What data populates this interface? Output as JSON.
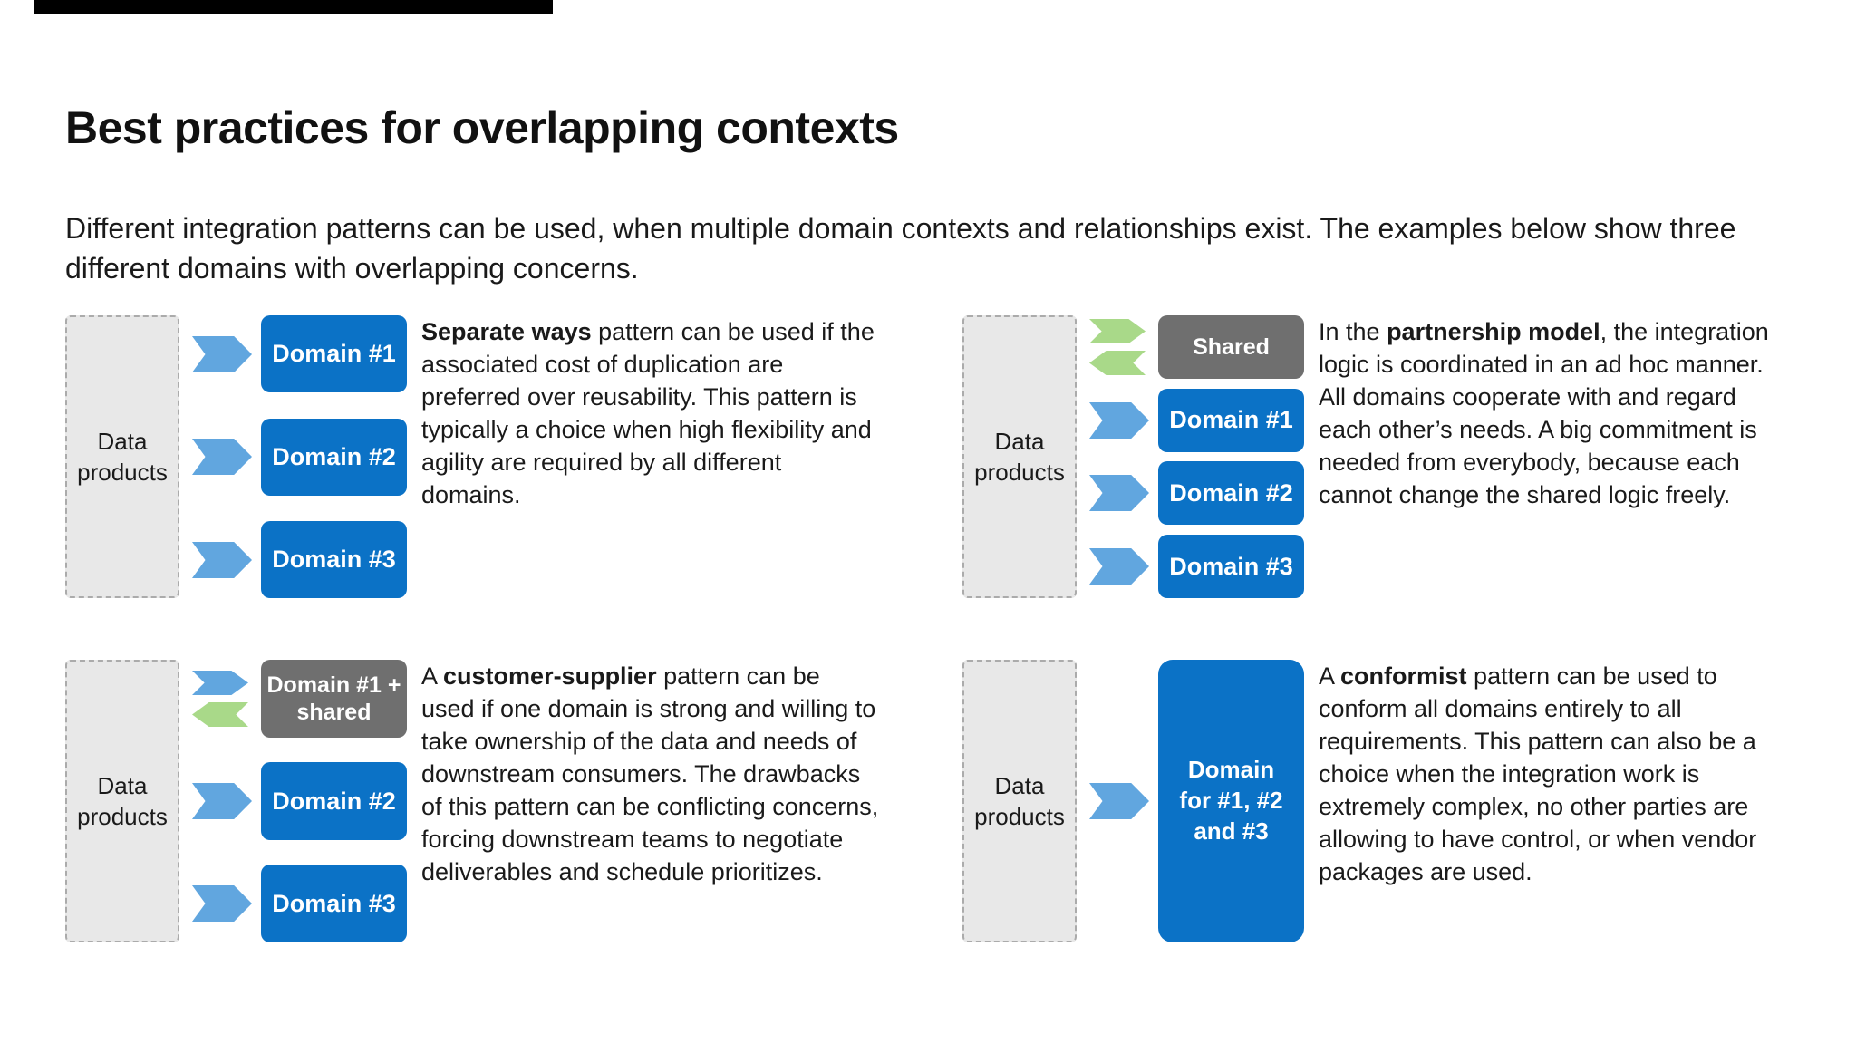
{
  "page": {
    "title": "Best practices for overlapping contexts",
    "intro": "Different integration patterns can be used, when multiple domain contexts and relationships exist. The examples below show three different domains with overlapping concerns."
  },
  "colors": {
    "domain_blue": "#0b72c6",
    "shared_gray": "#6f6f6f",
    "arrow_blue": "#61a6df",
    "arrow_green": "#a9d989",
    "data_products_fill": "#e8e8e8",
    "data_products_border": "#ababab",
    "text": "#1a1a1a"
  },
  "cards": [
    {
      "id": "separate-ways",
      "data_products_label": "Data products",
      "rows": [
        {
          "arrows": [
            "blue-right"
          ],
          "box": {
            "label": "Domain #1",
            "style": "blue"
          }
        },
        {
          "arrows": [
            "blue-right"
          ],
          "box": {
            "label": "Domain #2",
            "style": "blue"
          }
        },
        {
          "arrows": [
            "blue-right"
          ],
          "box": {
            "label": "Domain #3",
            "style": "blue"
          }
        }
      ],
      "description": {
        "prefix": "",
        "bold": "Separate ways",
        "rest": " pattern can be used if the associated cost of duplication are preferred over reusability. This pattern is typically a choice when high flexibility and agility are required by all different domains."
      }
    },
    {
      "id": "partnership",
      "data_products_label": "Data products",
      "rows": [
        {
          "arrows": [
            "green-right",
            "green-left"
          ],
          "box": {
            "label": "Shared",
            "style": "gray"
          }
        },
        {
          "arrows": [
            "blue-right"
          ],
          "box": {
            "label": "Domain #1",
            "style": "blue"
          }
        },
        {
          "arrows": [
            "blue-right"
          ],
          "box": {
            "label": "Domain #2",
            "style": "blue"
          }
        },
        {
          "arrows": [
            "blue-right"
          ],
          "box": {
            "label": "Domain #3",
            "style": "blue"
          }
        }
      ],
      "description": {
        "prefix": "In the ",
        "bold": "partnership model",
        "rest": ", the integration logic is coordinated in an ad hoc manner. All domains cooperate with and regard each other’s needs. A big commitment is needed from everybody, because each cannot change the shared logic freely."
      }
    },
    {
      "id": "customer-supplier",
      "data_products_label": "Data products",
      "rows": [
        {
          "arrows": [
            "blue-right",
            "green-left"
          ],
          "box": {
            "label": "Domain #1 + shared",
            "style": "gray"
          }
        },
        {
          "arrows": [
            "blue-right"
          ],
          "box": {
            "label": "Domain #2",
            "style": "blue"
          }
        },
        {
          "arrows": [
            "blue-right"
          ],
          "box": {
            "label": "Domain #3",
            "style": "blue"
          }
        }
      ],
      "description": {
        "prefix": "A ",
        "bold": "customer-supplier",
        "rest": " pattern can be used if one domain is strong and willing to take ownership of the data and needs of downstream consumers. The drawbacks of this pattern can be conflicting concerns, forcing downstream teams to negotiate deliverables and schedule prioritizes."
      }
    },
    {
      "id": "conformist",
      "data_products_label": "Data products",
      "rows": [
        {
          "arrows": [
            "blue-right"
          ],
          "box": {
            "label": "Domain for #1, #2 and #3",
            "style": "blue-tall"
          }
        }
      ],
      "description": {
        "prefix": "A ",
        "bold": "conformist",
        "rest": " pattern can be used to conform all domains entirely to all requirements. This pattern can also be a choice when the integration work is extremely complex, no other parties are allowing to have control, or when vendor packages are used."
      }
    }
  ]
}
